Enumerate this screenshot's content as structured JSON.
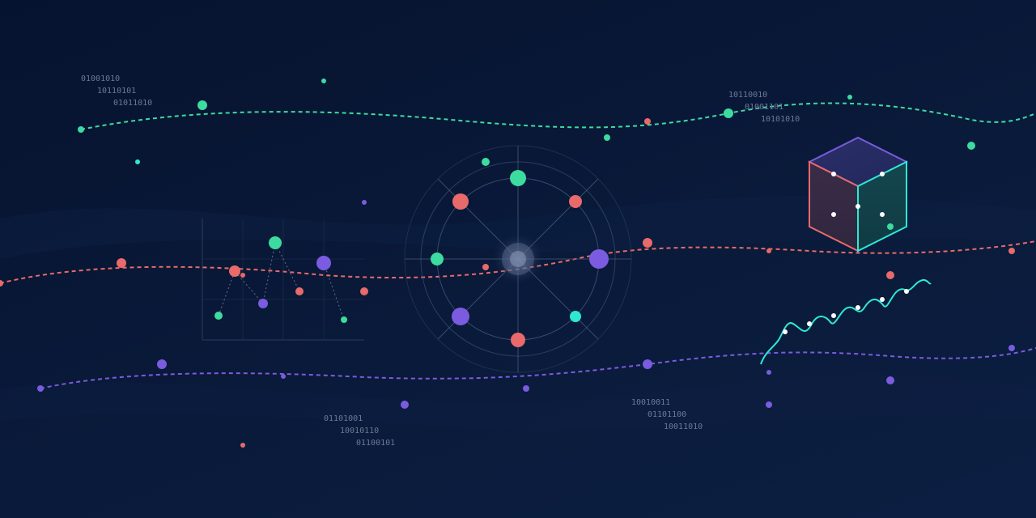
{
  "binary_text": {
    "group_top_left": [
      "01001010",
      "10110101",
      "01011010"
    ],
    "group_top_right": [
      "10110010",
      "01001101",
      "10101010"
    ],
    "group_bottom_mid": [
      "01101001",
      "10010110",
      "01100101"
    ],
    "group_bottom_right": [
      "10010011",
      "01101100",
      "10011010"
    ]
  },
  "colors": {
    "background": "#07132d",
    "teal": "#3ddba0",
    "coral": "#e86a6a",
    "purple": "#7b5be0",
    "cyan": "#2ee8d2",
    "grid": "#3a4a68"
  },
  "icons": [
    "network-wheel-icon",
    "cube-icon",
    "scatter-chart-icon",
    "wave-signal-icon"
  ]
}
